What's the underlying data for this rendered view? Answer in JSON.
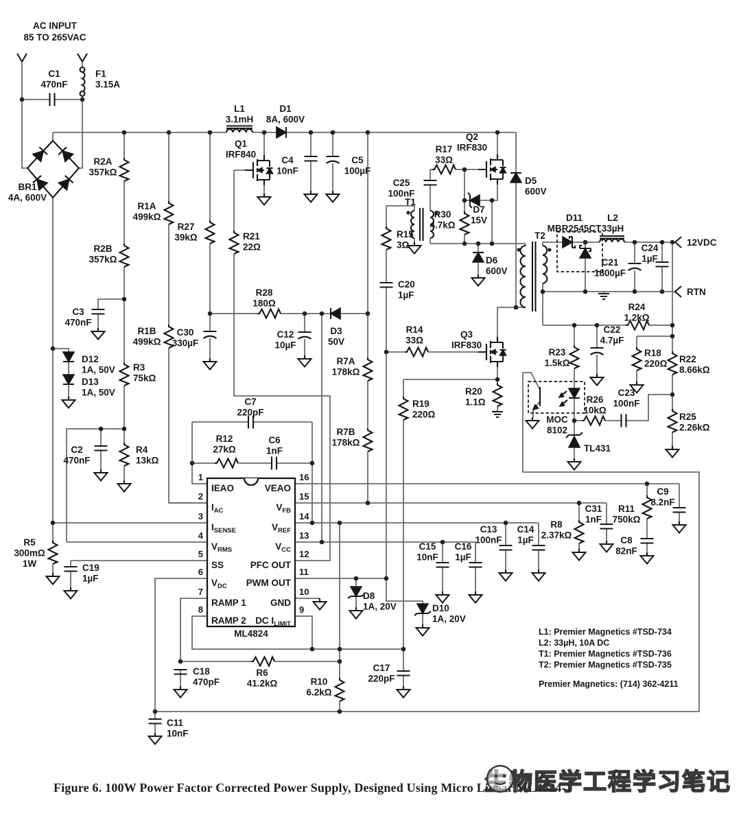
{
  "page": {
    "caption": "Figure 6.  100W Power Factor Corrected Power Supply, Designed Using Micro Linear ML4824-1",
    "watermark": "生物医学工程学习笔记"
  },
  "header": {
    "line1": "AC INPUT",
    "line2": "85 TO 265VAC"
  },
  "outputs": {
    "v12": "12VDC",
    "rtn": "RTN"
  },
  "components": {
    "C1": {
      "ref": "C1",
      "value": "470nF"
    },
    "F1": {
      "ref": "F1",
      "value": "3.15A"
    },
    "BR1": {
      "ref": "BR1",
      "value": "4A, 600V"
    },
    "R2A": {
      "ref": "R2A",
      "value": "357kΩ"
    },
    "R2B": {
      "ref": "R2B",
      "value": "357kΩ"
    },
    "R1A": {
      "ref": "R1A",
      "value": "499kΩ"
    },
    "R1B": {
      "ref": "R1B",
      "value": "499kΩ"
    },
    "R27": {
      "ref": "R27",
      "value": "39kΩ"
    },
    "R21": {
      "ref": "R21",
      "value": "22Ω"
    },
    "C3": {
      "ref": "C3",
      "value": "470nF"
    },
    "C30": {
      "ref": "C30",
      "value": "330µF"
    },
    "R3": {
      "ref": "R3",
      "value": "75kΩ"
    },
    "D12": {
      "ref": "D12",
      "value": "1A, 50V"
    },
    "D13": {
      "ref": "D13",
      "value": "1A, 50V"
    },
    "C2": {
      "ref": "C2",
      "value": "470nF"
    },
    "R4": {
      "ref": "R4",
      "value": "13kΩ"
    },
    "R5": {
      "ref": "R5",
      "value": "300mΩ",
      "extra": "1W"
    },
    "C19": {
      "ref": "C19",
      "value": "1µF"
    },
    "L1": {
      "ref": "L1",
      "value": "3.1mH"
    },
    "D1": {
      "ref": "D1",
      "value": "8A, 600V"
    },
    "Q1": {
      "ref": "Q1",
      "value": "IRF840"
    },
    "C4": {
      "ref": "C4",
      "value": "10nF"
    },
    "C5": {
      "ref": "C5",
      "value": "100µF"
    },
    "R28": {
      "ref": "R28",
      "value": "180Ω"
    },
    "C12": {
      "ref": "C12",
      "value": "10µF"
    },
    "D3": {
      "ref": "D3",
      "value": "50V"
    },
    "R7A": {
      "ref": "R7A",
      "value": "178kΩ"
    },
    "R7B": {
      "ref": "R7B",
      "value": "178kΩ"
    },
    "C7": {
      "ref": "C7",
      "value": "220pF"
    },
    "R12": {
      "ref": "R12",
      "value": "27kΩ"
    },
    "C6": {
      "ref": "C6",
      "value": "1nF"
    },
    "R17": {
      "ref": "R17",
      "value": "33Ω"
    },
    "Q2": {
      "ref": "Q2",
      "value": "IRF830"
    },
    "C25": {
      "ref": "C25",
      "value": "100nF"
    },
    "T1": {
      "ref": "T1"
    },
    "R30": {
      "ref": "R30",
      "value": "4.7kΩ"
    },
    "D7": {
      "ref": "D7",
      "value": "15V"
    },
    "R15": {
      "ref": "R15",
      "value": "3Ω"
    },
    "C20": {
      "ref": "C20",
      "value": "1µF"
    },
    "D5": {
      "ref": "D5",
      "value": "600V"
    },
    "D6": {
      "ref": "D6",
      "value": "600V"
    },
    "T2": {
      "ref": "T2"
    },
    "D11": {
      "ref": "D11",
      "value": "MBR2545CT"
    },
    "L2": {
      "ref": "L2",
      "value": "33µH"
    },
    "C21": {
      "ref": "C21",
      "value": "1800µF"
    },
    "C24": {
      "ref": "C24",
      "value": "1µF"
    },
    "R24": {
      "ref": "R24",
      "value": "1.2kΩ"
    },
    "C22": {
      "ref": "C22",
      "value": "4.7µF"
    },
    "R23": {
      "ref": "R23",
      "value": "1.5kΩ"
    },
    "R18": {
      "ref": "R18",
      "value": "220Ω"
    },
    "R22": {
      "ref": "R22",
      "value": "8.66kΩ"
    },
    "R26": {
      "ref": "R26",
      "value": "10kΩ"
    },
    "C23": {
      "ref": "C23",
      "value": "100nF"
    },
    "R25": {
      "ref": "R25",
      "value": "2.26kΩ"
    },
    "MOC": {
      "ref": "MOC",
      "value": "8102"
    },
    "TL431": {
      "ref": "TL431"
    },
    "R14": {
      "ref": "R14",
      "value": "33Ω"
    },
    "Q3": {
      "ref": "Q3",
      "value": "IRF830"
    },
    "R19": {
      "ref": "R19",
      "value": "220Ω"
    },
    "R20": {
      "ref": "R20",
      "value": "1.1Ω"
    },
    "D8": {
      "ref": "D8",
      "value": "1A, 20V"
    },
    "D10": {
      "ref": "D10",
      "value": "1A, 20V"
    },
    "C15": {
      "ref": "C15",
      "value": "10nF"
    },
    "C16": {
      "ref": "C16",
      "value": "1µF"
    },
    "C13": {
      "ref": "C13",
      "value": "100nF"
    },
    "C14": {
      "ref": "C14",
      "value": "1µF"
    },
    "R8": {
      "ref": "R8",
      "value": "2.37kΩ"
    },
    "C31": {
      "ref": "C31",
      "value": "1nF"
    },
    "R11": {
      "ref": "R11",
      "value": "750kΩ"
    },
    "C9": {
      "ref": "C9",
      "value": "8.2nF"
    },
    "C8": {
      "ref": "C8",
      "value": "82nF"
    },
    "C17": {
      "ref": "C17",
      "value": "220pF"
    },
    "C18": {
      "ref": "C18",
      "value": "470pF"
    },
    "R6": {
      "ref": "R6",
      "value": "41.2kΩ"
    },
    "R10": {
      "ref": "R10",
      "value": "6.2kΩ"
    },
    "C11": {
      "ref": "C11",
      "value": "10nF"
    }
  },
  "ic": {
    "name": "ML4824",
    "left_pins": [
      {
        "num": "1",
        "main": "IEAO",
        "sub": ""
      },
      {
        "num": "2",
        "main": "I",
        "sub": "AC"
      },
      {
        "num": "3",
        "main": "I",
        "sub": "SENSE"
      },
      {
        "num": "4",
        "main": "V",
        "sub": "RMS"
      },
      {
        "num": "5",
        "main": "SS",
        "sub": ""
      },
      {
        "num": "6",
        "main": "V",
        "sub": "DC"
      },
      {
        "num": "7",
        "main": "RAMP 1",
        "sub": ""
      },
      {
        "num": "8",
        "main": "RAMP 2",
        "sub": ""
      }
    ],
    "right_pins": [
      {
        "num": "16",
        "main": "VEAO",
        "sub": ""
      },
      {
        "num": "15",
        "main": "V",
        "sub": "FB"
      },
      {
        "num": "14",
        "main": "V",
        "sub": "REF"
      },
      {
        "num": "13",
        "main": "V",
        "sub": "CC"
      },
      {
        "num": "12",
        "main": "PFC OUT",
        "sub": ""
      },
      {
        "num": "11",
        "main": "PWM OUT",
        "sub": ""
      },
      {
        "num": "10",
        "main": "GND",
        "sub": ""
      },
      {
        "num": "9",
        "main": "DC I",
        "sub": "LIMIT"
      }
    ]
  },
  "notes": {
    "lines": [
      "L1:  Premier Magnetics #TSD-734",
      "L2:  33µH, 10A DC",
      "T1:  Premier Magnetics #TSD-736",
      "T2:  Premier Magnetics #TSD-735",
      "Premier Magnetics: (714) 362-4211"
    ]
  }
}
